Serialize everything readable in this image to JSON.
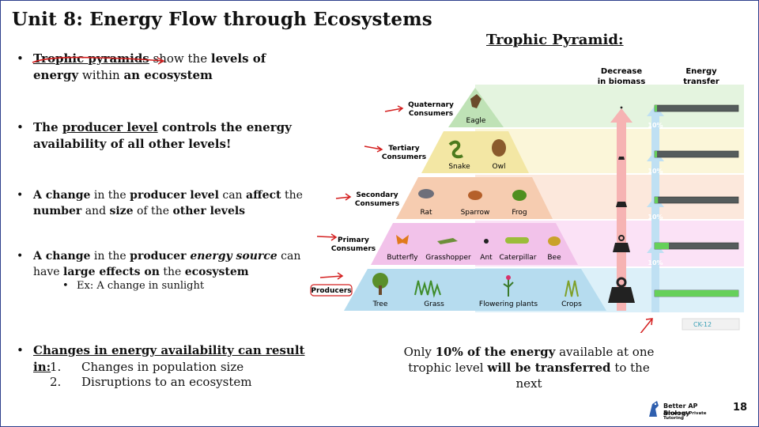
{
  "slide": {
    "title": "Unit 8: Energy Flow through Ecosystems",
    "pyramid_title": "Trophic Pyramid:",
    "bullets": {
      "b1": {
        "p1": "Trophic pyramids",
        "p2": " show the ",
        "p3": "levels of",
        "p4": "energy",
        "p5": " within ",
        "p6": "an ecosystem"
      },
      "b2": {
        "p1": "The ",
        "p2": "producer level",
        "p3": " controls the energy",
        "p4": "availability of all other levels!"
      },
      "b3": {
        "p1": "A change",
        "p2": " in the ",
        "p3": "producer level",
        "p4": " can ",
        "p5": "affect",
        "p6": " the",
        "p7": "number",
        "p8": " and ",
        "p9": "size",
        "p10": " of the ",
        "p11": "other levels"
      },
      "b4": {
        "p1": "A change",
        "p2": " in the ",
        "p3": "producer ",
        "p4": "energy source",
        "p5": " can",
        "p6": "have ",
        "p7": "large effects on",
        "p8": " the ",
        "p9": "ecosystem",
        "sub": "Ex: A change in sunlight"
      },
      "b5": {
        "p1": "Changes in energy availability can result in:",
        "items": [
          "Changes in population size",
          "Disruptions to an ecosystem"
        ]
      }
    },
    "caption": {
      "p1": "Only ",
      "p2": "10% of the energy",
      "p3": " available at one",
      "p4": "trophic level ",
      "p5": "will be transferred",
      "p6": " to the next"
    },
    "footer": {
      "brand": "Better AP Biology",
      "tagline": "Advanced Private Tutoring",
      "page": "18"
    }
  },
  "figure": {
    "col_biomass": [
      "Decrease",
      "in biomass"
    ],
    "col_energy": [
      "Energy",
      "transfer"
    ],
    "percent": "10%",
    "watermark": "CK-12",
    "levels": [
      {
        "label": [
          "Quaternary",
          "Consumers"
        ],
        "organisms": [
          "Eagle"
        ],
        "color": "#bfe2b6"
      },
      {
        "label": [
          "Tertiary",
          "Consumers"
        ],
        "organisms": [
          "Snake",
          "Owl"
        ],
        "color": "#f3e7a4"
      },
      {
        "label": [
          "Secondary",
          "Consumers"
        ],
        "organisms": [
          "Rat",
          "Sparrow",
          "Frog"
        ],
        "color": "#f6ccb0"
      },
      {
        "label": [
          "Primary",
          "Consumers"
        ],
        "organisms": [
          "Butterfly",
          "Grasshopper",
          "Ant",
          "Caterpillar",
          "Bee"
        ],
        "color": "#f2c2ea"
      },
      {
        "label": [
          "Producers"
        ],
        "organisms": [
          "Tree",
          "Grass",
          "Flowering plants",
          "Crops"
        ],
        "color": "#b6dcef"
      }
    ],
    "energy_fill": [
      0.01,
      0.02,
      0.04,
      0.17,
      1.0
    ],
    "colors": {
      "arrow_red": "#e02020",
      "energy_green": "#66d05a",
      "bar_gray": "#555c5c",
      "annotation_red": "#d42020"
    }
  }
}
